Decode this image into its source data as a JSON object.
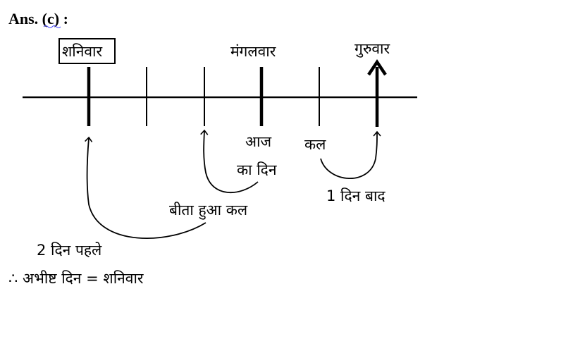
{
  "answer_label": "Ans. (c) :",
  "days": {
    "saturday": "शनिवार",
    "tuesday": "मंगलवार",
    "thursday": "गुरुवार"
  },
  "annotations": {
    "today_line1": "आज",
    "today_line2": "का दिन",
    "tomorrow": "कल",
    "one_day_after": "1 दिन बाद",
    "yesterday": "बीता हुआ कल",
    "two_days_before": "2 दिन पहले"
  },
  "conclusion": "∴ अभीष्ट दिन = शनिवार",
  "colors": {
    "ink": "#000000",
    "background": "#ffffff"
  }
}
